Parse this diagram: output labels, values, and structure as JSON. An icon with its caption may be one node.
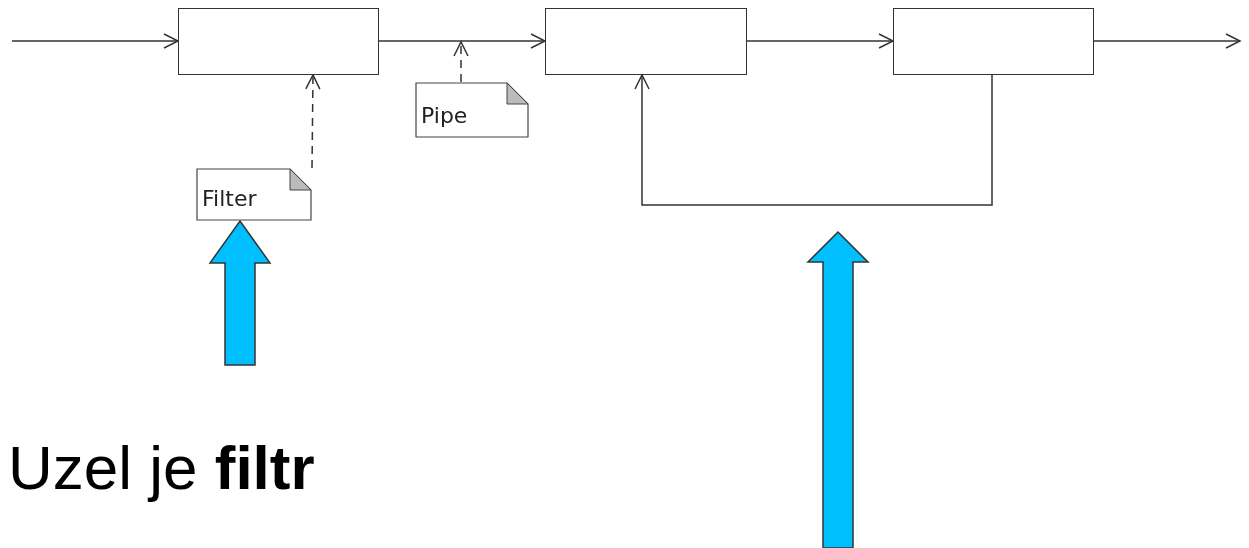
{
  "diagram": {
    "nodes": [
      {
        "text": [],
        "shape": "box"
      },
      {
        "text": [],
        "shape": "box"
      },
      {
        "text": [],
        "shape": "box"
      },
      {
        "text": [
          "Pipe"
        ]
      },
      {
        "text": [
          "Filter"
        ]
      }
    ],
    "edges": [
      {
        "from": null,
        "to": 0,
        "arrow": "to"
      },
      {
        "from": 0,
        "to": 1,
        "arrow": "to"
      },
      {
        "from": 1,
        "to": 2,
        "arrow": "to"
      },
      {
        "from": 2,
        "to": null,
        "arrow": "to"
      },
      {
        "from": 2,
        "to": 1,
        "arrow": "to"
      },
      {
        "from": 4,
        "to": 0,
        "arrow": "to",
        "style": "dashed"
      },
      {
        "from": 3,
        "to": null,
        "arrow": "to",
        "style": "dashed"
      },
      {
        "from": null,
        "to": 4,
        "arrow": "to",
        "style": "thick",
        "color": "#00bfff"
      }
    ],
    "labels": [
      "Uzel je **filtr**"
    ]
  }
}
